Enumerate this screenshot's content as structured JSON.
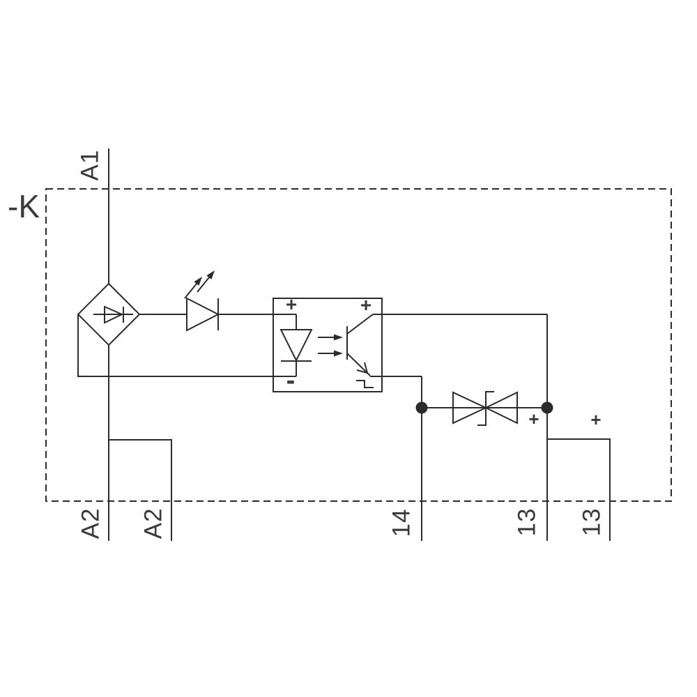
{
  "device": {
    "designator": "-K",
    "kind": "coupling-relay-module-schematic"
  },
  "terminals": {
    "a1": {
      "label": "A1"
    },
    "a2_main": {
      "label": "A2"
    },
    "a2_aux": {
      "label": "A2"
    },
    "out_14": {
      "label": "14"
    },
    "out_13_main": {
      "label": "13"
    },
    "out_13_aux": {
      "label": "13"
    }
  },
  "optocoupler": {
    "input_plus_mark": "+",
    "output_plus_mark": "+",
    "input_minus_mark": "-",
    "output_edge_symbol": "falling-step"
  },
  "polarity_marks": {
    "terminal_13_main": "+",
    "terminal_13_aux": "+"
  },
  "components": {
    "enclosure": "dashed-module-boundary",
    "bridge_rectifier": "bridge-rectifier-diode-icon",
    "indicator_led": "led-with-emission-arrows-icon",
    "optocoupler": "optocoupler-led-phototransistor-icon",
    "suppressor": "bidirectional-tvs-diode-icon",
    "junctions": "solder-dot"
  },
  "colors": {
    "line": "#2b2b2b",
    "text": "#3a3a3a",
    "background": "#ffffff"
  }
}
